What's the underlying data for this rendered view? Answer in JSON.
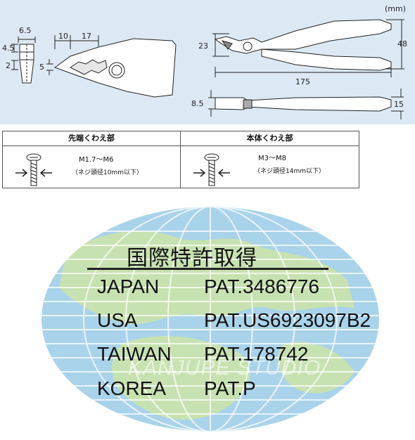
{
  "unit_label": "(mm)",
  "dimensions": {
    "tip_width": "6.5",
    "tip_depth": "4.5",
    "tip_gap": "2",
    "jaw_front": "10",
    "jaw_rear": "17",
    "jaw_height": "5",
    "head_height": "23",
    "handle_width": "48",
    "total_length": "175",
    "side_thickness": "8.5",
    "handle_thickness": "15"
  },
  "spec_table": {
    "columns": [
      {
        "header": "先端くわえ部",
        "range": "M1.7～M6",
        "note": "（ネジ頭径10mm以下）"
      },
      {
        "header": "本体くわえ部",
        "range": "M3～M8",
        "note": "（ネジ頭径14mm以下）"
      }
    ]
  },
  "patent": {
    "title": "国際特許取得",
    "rows": [
      {
        "country": "JAPAN",
        "number": "PAT.3486776"
      },
      {
        "country": "USA",
        "number": "PAT.US6923097B2"
      },
      {
        "country": "TAIWAN",
        "number": "PAT.178742"
      },
      {
        "country": "KOREA",
        "number": "PAT.P"
      }
    ],
    "watermark": "KANJUPE STUDIO"
  },
  "colors": {
    "panel_bg": "#dce9f4",
    "globe_ocean": "#a9d3ea",
    "globe_land": "#c7e2b0"
  }
}
